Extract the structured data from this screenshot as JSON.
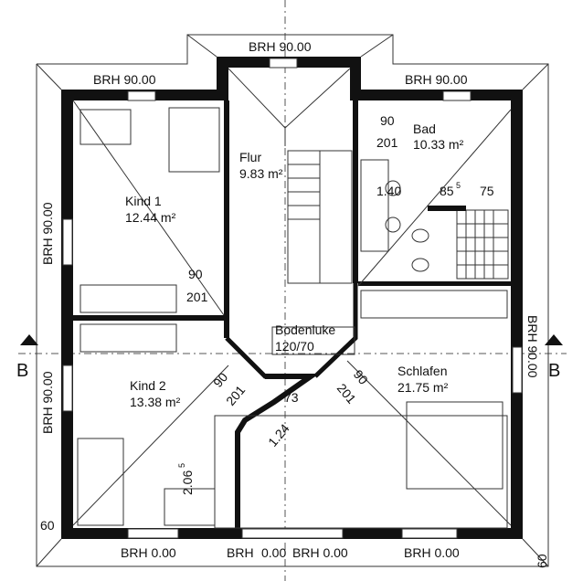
{
  "windows": {
    "top_center": "BRH 90.00",
    "top_left": "BRH 90.00",
    "top_right": "BRH 90.00",
    "left_upper": "BRH 90.00",
    "left_lower": "BRH 90.00",
    "right": "BRH 90.00",
    "bottom_1": "BRH 0.00",
    "bottom_2": "BRH",
    "bottom_3": "0.00",
    "bottom_4": "BRH 0.00",
    "bottom_5": "BRH 0.00"
  },
  "rooms": [
    {
      "name": "Kind 1",
      "area": "12.44 m²"
    },
    {
      "name": "Flur",
      "area": "9.83 m²"
    },
    {
      "name": "Bad",
      "area": "10.33 m²"
    },
    {
      "name": "Kind 2",
      "area": "13.38 m²"
    },
    {
      "name": "Schlafen",
      "area": "21.75 m²"
    }
  ],
  "hatch": {
    "label": "Bodenluke",
    "size": "120/70"
  },
  "doors": {
    "width": "90",
    "height": "201"
  },
  "dims": {
    "d140": "1.40",
    "d855": "85",
    "d855_sup": "5",
    "d75": "75",
    "d73": "73",
    "d124": "1.24",
    "d2065": "2.06",
    "d2065_sup": "5",
    "d60_left": "60",
    "d60_right": "60"
  },
  "section": {
    "left": "B",
    "right": "B"
  }
}
